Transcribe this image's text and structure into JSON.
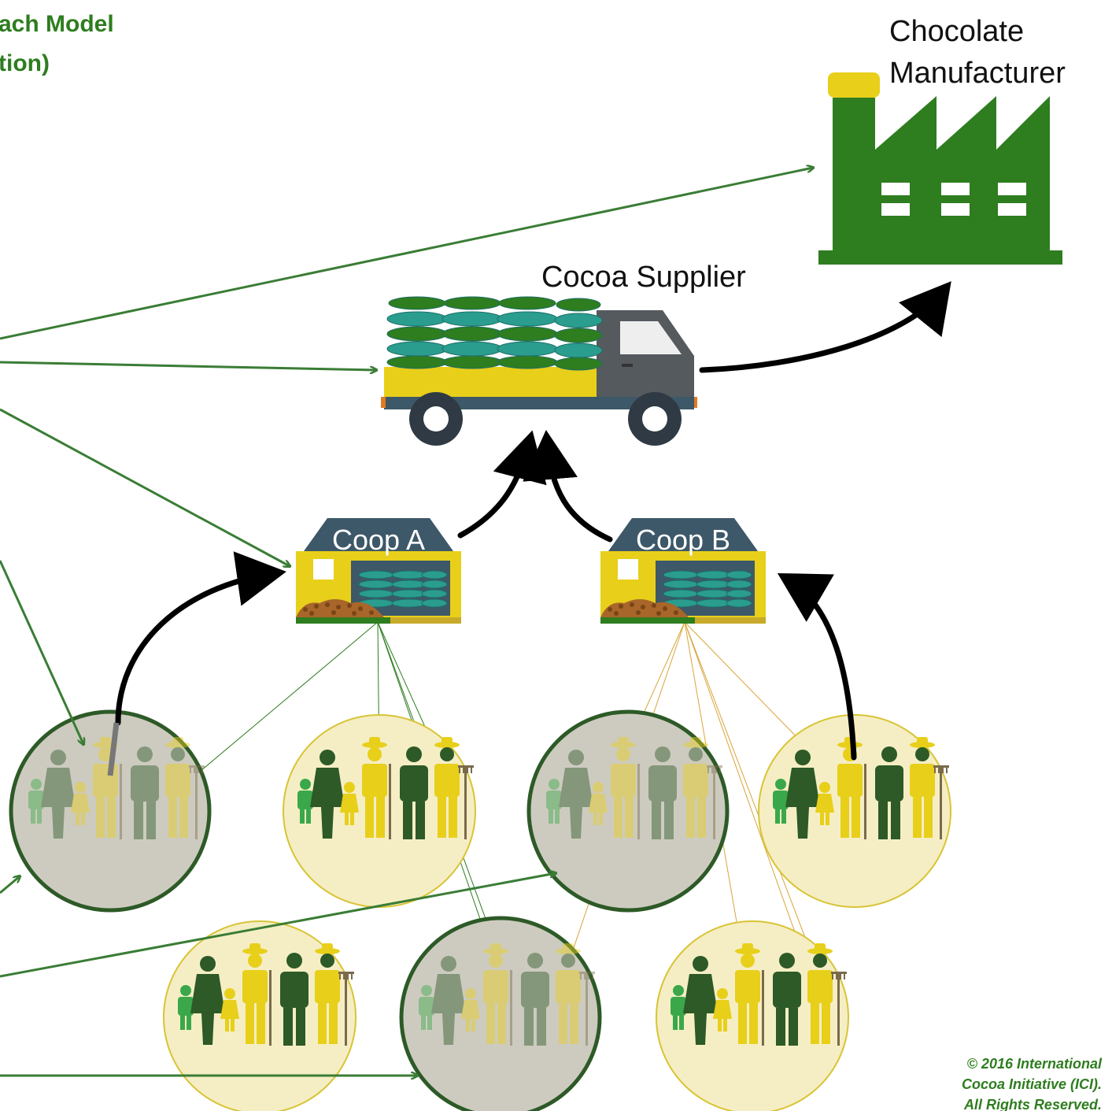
{
  "title": {
    "line1": "ach Model",
    "line2": "tion)",
    "color": "#2e7d1f"
  },
  "manufacturer": {
    "label_line1": "Chocolate",
    "label_line2": "Manufacturer",
    "icon": "factory-icon",
    "color": "#2e7d1f",
    "chimney_color": "#e8cf1a"
  },
  "supplier": {
    "label": "Cocoa Supplier",
    "icon": "truck-icon"
  },
  "coops": [
    {
      "label": "Coop A",
      "icon": "warehouse-icon"
    },
    {
      "label": "Coop B",
      "icon": "warehouse-icon"
    }
  ],
  "farms": [
    {
      "id": "farm-1",
      "state": "engaged"
    },
    {
      "id": "farm-2",
      "state": "not-engaged"
    },
    {
      "id": "farm-3",
      "state": "engaged"
    },
    {
      "id": "farm-4",
      "state": "not-engaged"
    },
    {
      "id": "farm-5",
      "state": "not-engaged"
    },
    {
      "id": "farm-6",
      "state": "engaged"
    },
    {
      "id": "farm-7",
      "state": "not-engaged"
    }
  ],
  "copyright": {
    "line1": "© 2016 International",
    "line2": "Cocoa Initiative (ICI).",
    "line3": "All Rights Reserved.",
    "color": "#2e7d1f"
  },
  "colors": {
    "green": "#2e7d1f",
    "dark_green": "#2d5a27",
    "yellow": "#e8cf1a",
    "pale_yellow": "#f5eec4",
    "gray_fill": "#cdcbbf",
    "navy": "#3d5868",
    "teal": "#2a9d8f",
    "arrow_black": "#000000",
    "arrow_green": "#3a7d35",
    "orange_line": "#d9a43a"
  }
}
